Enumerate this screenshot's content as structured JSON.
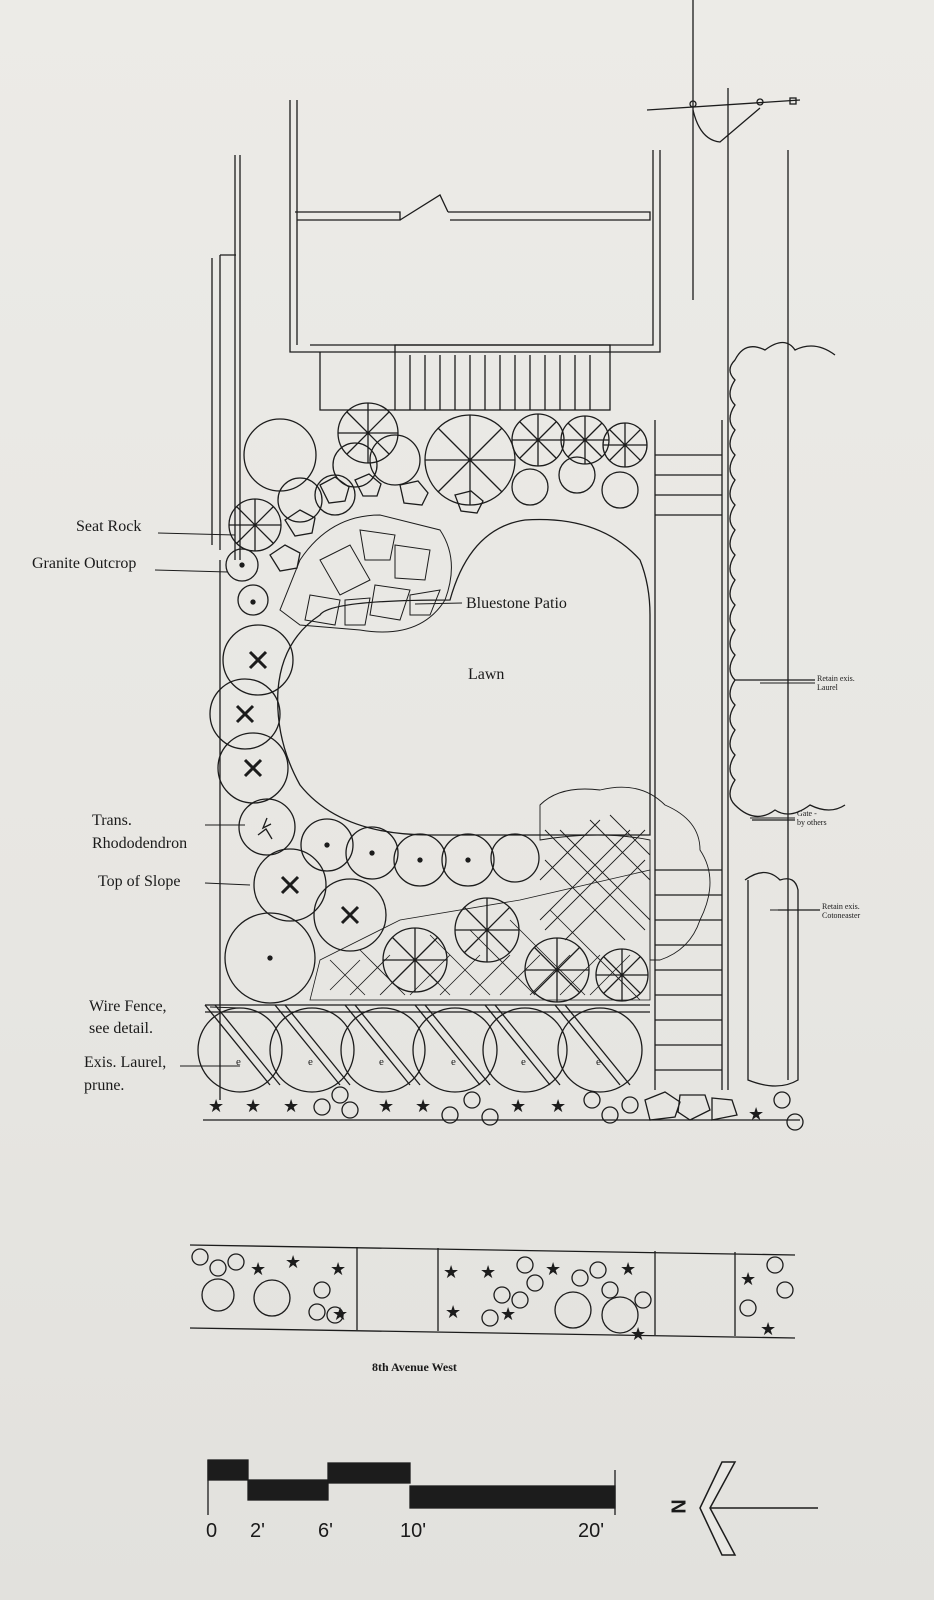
{
  "labels": {
    "seat_rock": "Seat Rock",
    "granite_outcrop": "Granite Outcrop",
    "bluestone_patio": "Bluestone Patio",
    "lawn": "Lawn",
    "trans_rhododendron_1": "Trans.",
    "trans_rhododendron_2": "Rhododendron",
    "top_of_slope": "Top of Slope",
    "wire_fence_1": "Wire Fence,",
    "wire_fence_2": "see detail.",
    "exis_laurel_1": "Exis. Laurel,",
    "exis_laurel_2": "prune.",
    "retain_laurel_1": "Retain exis.",
    "retain_laurel_2": "Laurel",
    "gate_1": "Gate -",
    "gate_2": "by others",
    "retain_coto_1": "Retain exis.",
    "retain_coto_2": "Cotoneaster",
    "street": "8th Avenue West"
  },
  "scale_bar": {
    "ticks": [
      "0",
      "2'",
      "6'",
      "10'",
      "20'"
    ]
  },
  "north_arrow": {
    "letter": "N"
  },
  "colors": {
    "ink": "#1c1c1c",
    "paper": "#e9e8e4"
  }
}
